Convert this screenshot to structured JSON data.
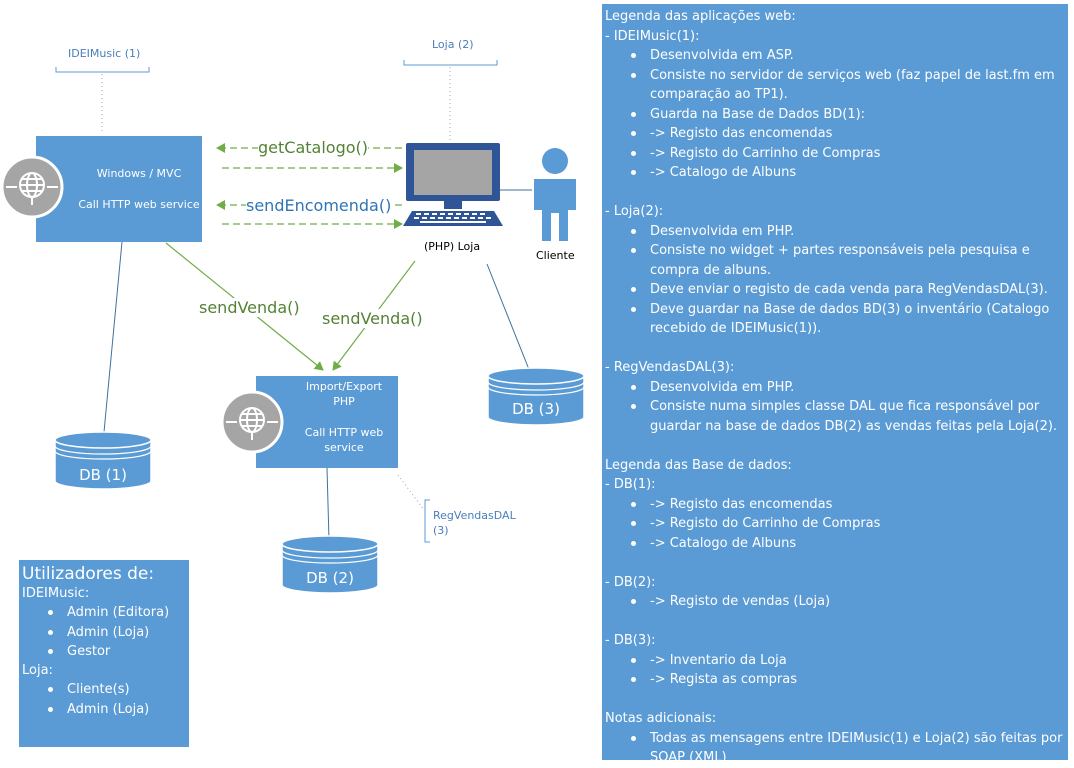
{
  "nodes": {
    "ideimusic_tag": "IDEIMusic (1)",
    "loja_tag": "Loja (2)",
    "ideimusic_box": {
      "line1": "Windows / MVC",
      "line2": "Call HTTP web service"
    },
    "import_box": {
      "line1": "Import/Export",
      "line2": "PHP",
      "line3": "Call HTTP web",
      "line4": "service"
    },
    "php_loja": "(PHP) Loja",
    "cliente": "Cliente",
    "regvendas_tag": {
      "line1": "RegVendasDAL",
      "line2": "(3)"
    },
    "db1": "DB (1)",
    "db2": "DB (2)",
    "db3": "DB (3)"
  },
  "edges": {
    "get_catalogo": "getCatalogo()",
    "send_encomenda": "sendEncomenda()",
    "send_venda_left": "sendVenda()",
    "send_venda_right": "sendVenda()"
  },
  "colors": {
    "box": "#5b9bd5",
    "arrow_green": "#70ad47",
    "connector": "#41719c",
    "icon_grey": "#a5a5a5"
  },
  "icons": [
    "globe-icon",
    "computer-icon",
    "person-icon",
    "database-icon"
  ],
  "utilizadores": {
    "title": "Utilizadores de:",
    "group1": "IDEIMusic:",
    "group1_items": [
      "Admin (Editora)",
      "Admin (Loja)",
      "Gestor"
    ],
    "group2": "Loja:",
    "group2_items": [
      "Cliente(s)",
      "Admin (Loja)"
    ]
  },
  "legend": {
    "title": "Legenda das aplicações web:",
    "ideimusic": {
      "header": "- IDEIMusic(1):",
      "items": [
        "Desenvolvida em ASP.",
        "Consiste no servidor de serviços web (faz papel de last.fm em",
        "comparação ao TP1).",
        "Guarda na Base de Dados BD(1):",
        "-> Registo das encomendas",
        "-> Registo do Carrinho de Compras",
        "-> Catalogo de Albuns"
      ]
    },
    "loja": {
      "header": "- Loja(2):",
      "items": [
        "Desenvolvida em PHP.",
        "Consiste no widget + partes responsáveis pela pesquisa e",
        "compra de albuns.",
        "Deve enviar o registo de cada venda para RegVendasDAL(3).",
        "Deve guardar na Base de dados BD(3) o inventário (Catalogo",
        "recebido de IDEIMusic(1))."
      ]
    },
    "regvendas": {
      "header": "- RegVendasDAL(3):",
      "items": [
        "Desenvolvida em PHP.",
        "Consiste numa simples classe DAL que fica responsável por",
        "guardar na base de dados DB(2) as vendas feitas pela Loja(2)."
      ]
    },
    "db_title": "Legenda das Base de dados:",
    "db1": {
      "header": "- DB(1):",
      "items": [
        "-> Registo das encomendas",
        "-> Registo do Carrinho de Compras",
        "-> Catalogo de Albuns"
      ]
    },
    "db2": {
      "header": "- DB(2):",
      "items": [
        "-> Registo de vendas (Loja)"
      ]
    },
    "db3": {
      "header": "- DB(3):",
      "items": [
        "-> Inventario da Loja",
        "-> Regista as compras"
      ]
    },
    "notes_title": "Notas adicionais:",
    "notes_items": [
      "Todas as mensagens entre IDEIMusic(1) e Loja(2) são feitas por",
      "SOAP (XML)"
    ]
  }
}
